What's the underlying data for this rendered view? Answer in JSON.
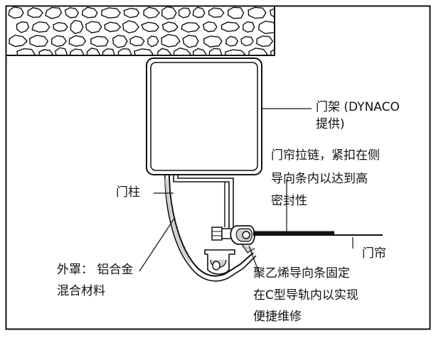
{
  "labels": {
    "frame_line1": "门架 (DYNACO",
    "frame_line2": "提供)",
    "zipper_line1": "门帘拉链，紧扣在侧",
    "zipper_line2": "导向条内以达到高",
    "zipper_line3": "密封性",
    "post": "门柱",
    "curtain": "门帘",
    "cover_line1": "外罩： 铝合金",
    "cover_line2": "混合材料",
    "guide_line1": "聚乙烯导向条固定",
    "guide_line2": "在C型导轨内以实现",
    "guide_line3": "便捷维修"
  },
  "colors": {
    "ink": "#111111",
    "fill_gray": "#cfcfcf",
    "background": "#ffffff"
  },
  "icons": {
    "rock_texture": "stone-pattern",
    "bolt": "hex-bolt-icon"
  }
}
